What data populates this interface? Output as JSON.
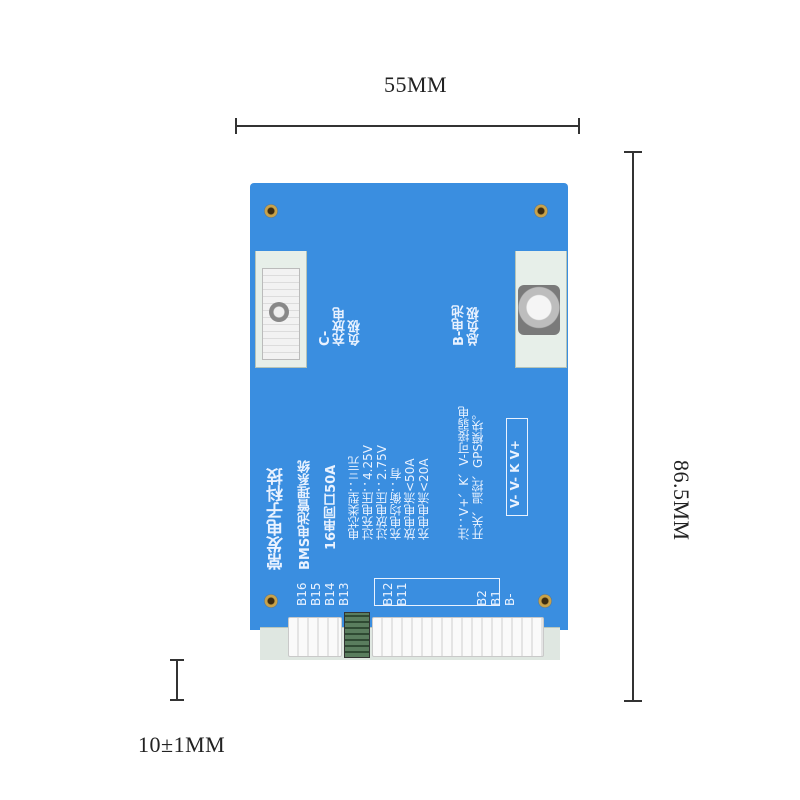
{
  "dimensions": {
    "width_label": "55MM",
    "height_label": "86.5MM",
    "thickness_label": "10±1MM"
  },
  "board": {
    "color": "#3a8ee0",
    "left_cutout_label": "C-\n充放电\n负极",
    "right_cutout_label": "B-电池\n总负极",
    "brand_line": "常发电子科技",
    "product_line": "BMS电池管理系统",
    "model_line": "16串同口50A",
    "spec_lines": [
      "电芯类型：三元",
      "过充电压：4.25V",
      "过放电压：2.75V",
      "充电均衡：有",
      "放电电流<50A",
      "充电电流<20A"
    ],
    "note_lines": [
      "注：V+、K、V-可接弱电",
      "开关、温控、GPS模块。"
    ],
    "terminal_label": "V- V- K V+",
    "pin_labels_left": [
      "B16",
      "B15",
      "B14",
      "B13"
    ],
    "pin_labels_middle": [
      "B12",
      "B11"
    ],
    "pin_labels_right": [
      "B2",
      "B1",
      "B-"
    ]
  }
}
